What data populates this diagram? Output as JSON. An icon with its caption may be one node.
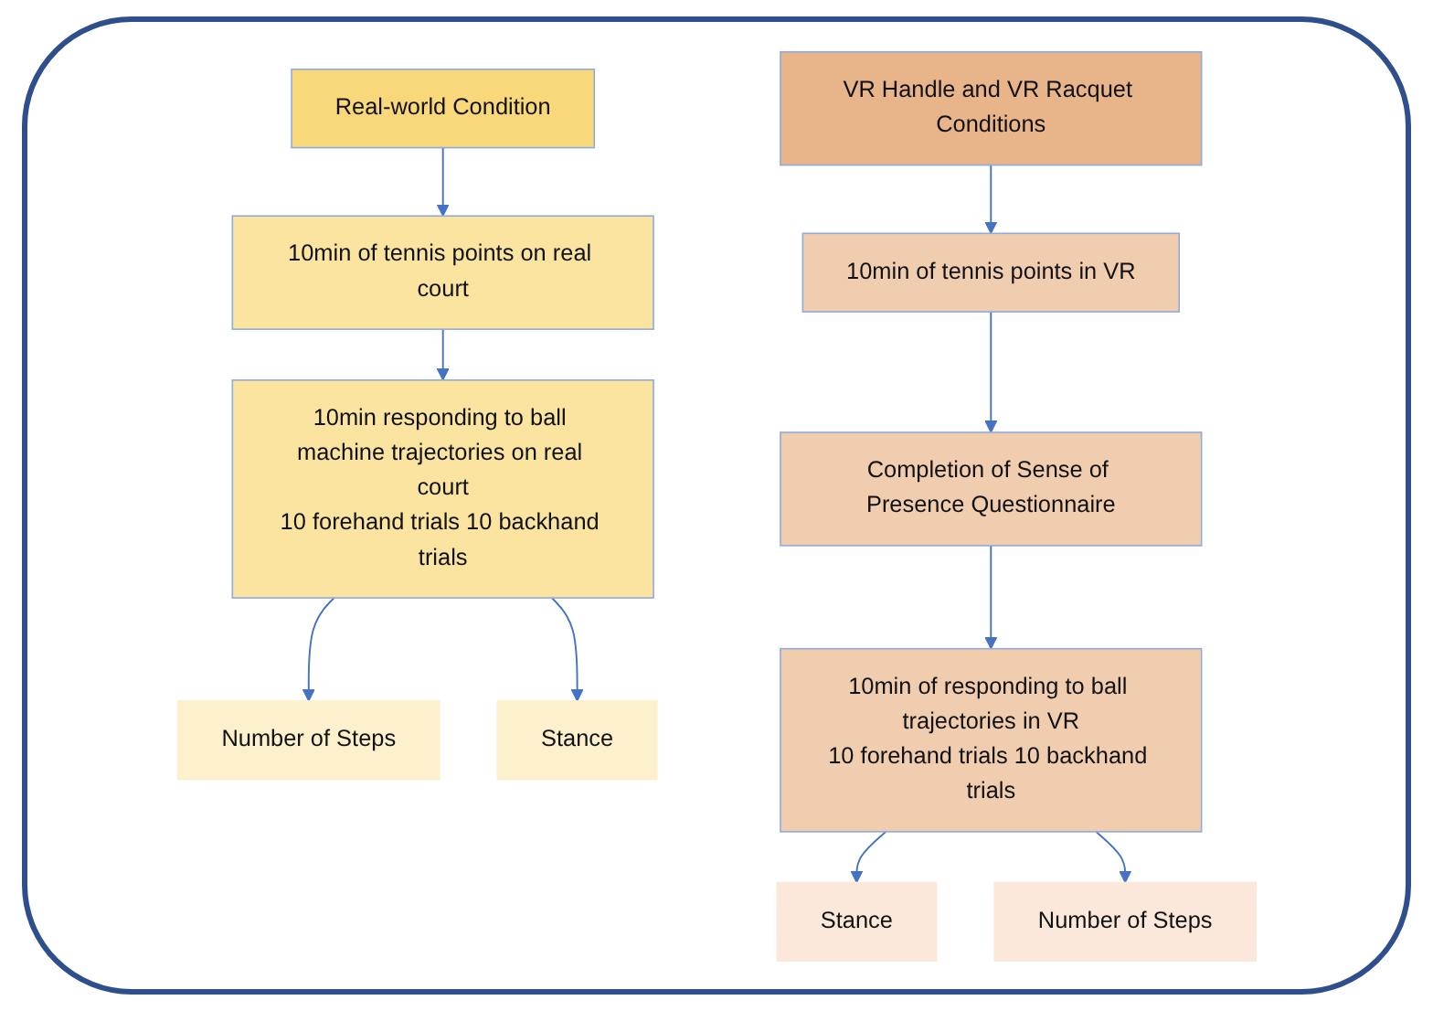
{
  "diagram": {
    "nodes": [
      {
        "text": [
          "Real-world Condition"
        ]
      },
      {
        "text": [
          "10min of tennis points on real court"
        ]
      },
      {
        "text": [
          "10min responding to ball machine trajectories on real court",
          "10 forehand trials 10 backhand trials"
        ]
      },
      {
        "text": [
          "Number of Steps"
        ]
      },
      {
        "text": [
          "Stance"
        ]
      },
      {
        "text": [
          "VR Handle and VR Racquet Conditions"
        ]
      },
      {
        "text": [
          "10min of tennis points in VR"
        ]
      },
      {
        "text": [
          "Completion of Sense of Presence Questionnaire"
        ]
      },
      {
        "text": [
          "10min of responding to ball trajectories in VR",
          "10 forehand trials 10 backhand trials"
        ]
      },
      {
        "text": [
          "Stance"
        ]
      },
      {
        "text": [
          "Number of Steps"
        ]
      }
    ],
    "edges": [
      {
        "from": 0,
        "to": 1,
        "arrow": "to"
      },
      {
        "from": 1,
        "to": 2,
        "arrow": "to"
      },
      {
        "from": 2,
        "to": 3,
        "arrow": "to"
      },
      {
        "from": 2,
        "to": 4,
        "arrow": "to"
      },
      {
        "from": 5,
        "to": 6,
        "arrow": "to"
      },
      {
        "from": 6,
        "to": 7,
        "arrow": "to"
      },
      {
        "from": 7,
        "to": 8,
        "arrow": "to"
      },
      {
        "from": 8,
        "to": 9,
        "arrow": "to"
      },
      {
        "from": 8,
        "to": 10,
        "arrow": "to"
      }
    ]
  }
}
